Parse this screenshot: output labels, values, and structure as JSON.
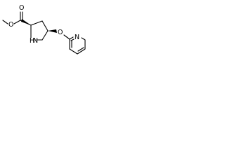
{
  "molecule": {
    "atoms": {
      "methyl_oxygen": "O",
      "carbonyl_oxygen": "O",
      "ring_nitrogen": "N",
      "ring_nh_hydrogen": "H",
      "ether_oxygen": "O",
      "pyridine_nitrogen": "N"
    },
    "stereo": {
      "alpha_carbon": "wedge",
      "ether_carbon": "wedge"
    }
  },
  "colors": {
    "bond": "#000000",
    "label": "#000000",
    "background": "#ffffff"
  }
}
